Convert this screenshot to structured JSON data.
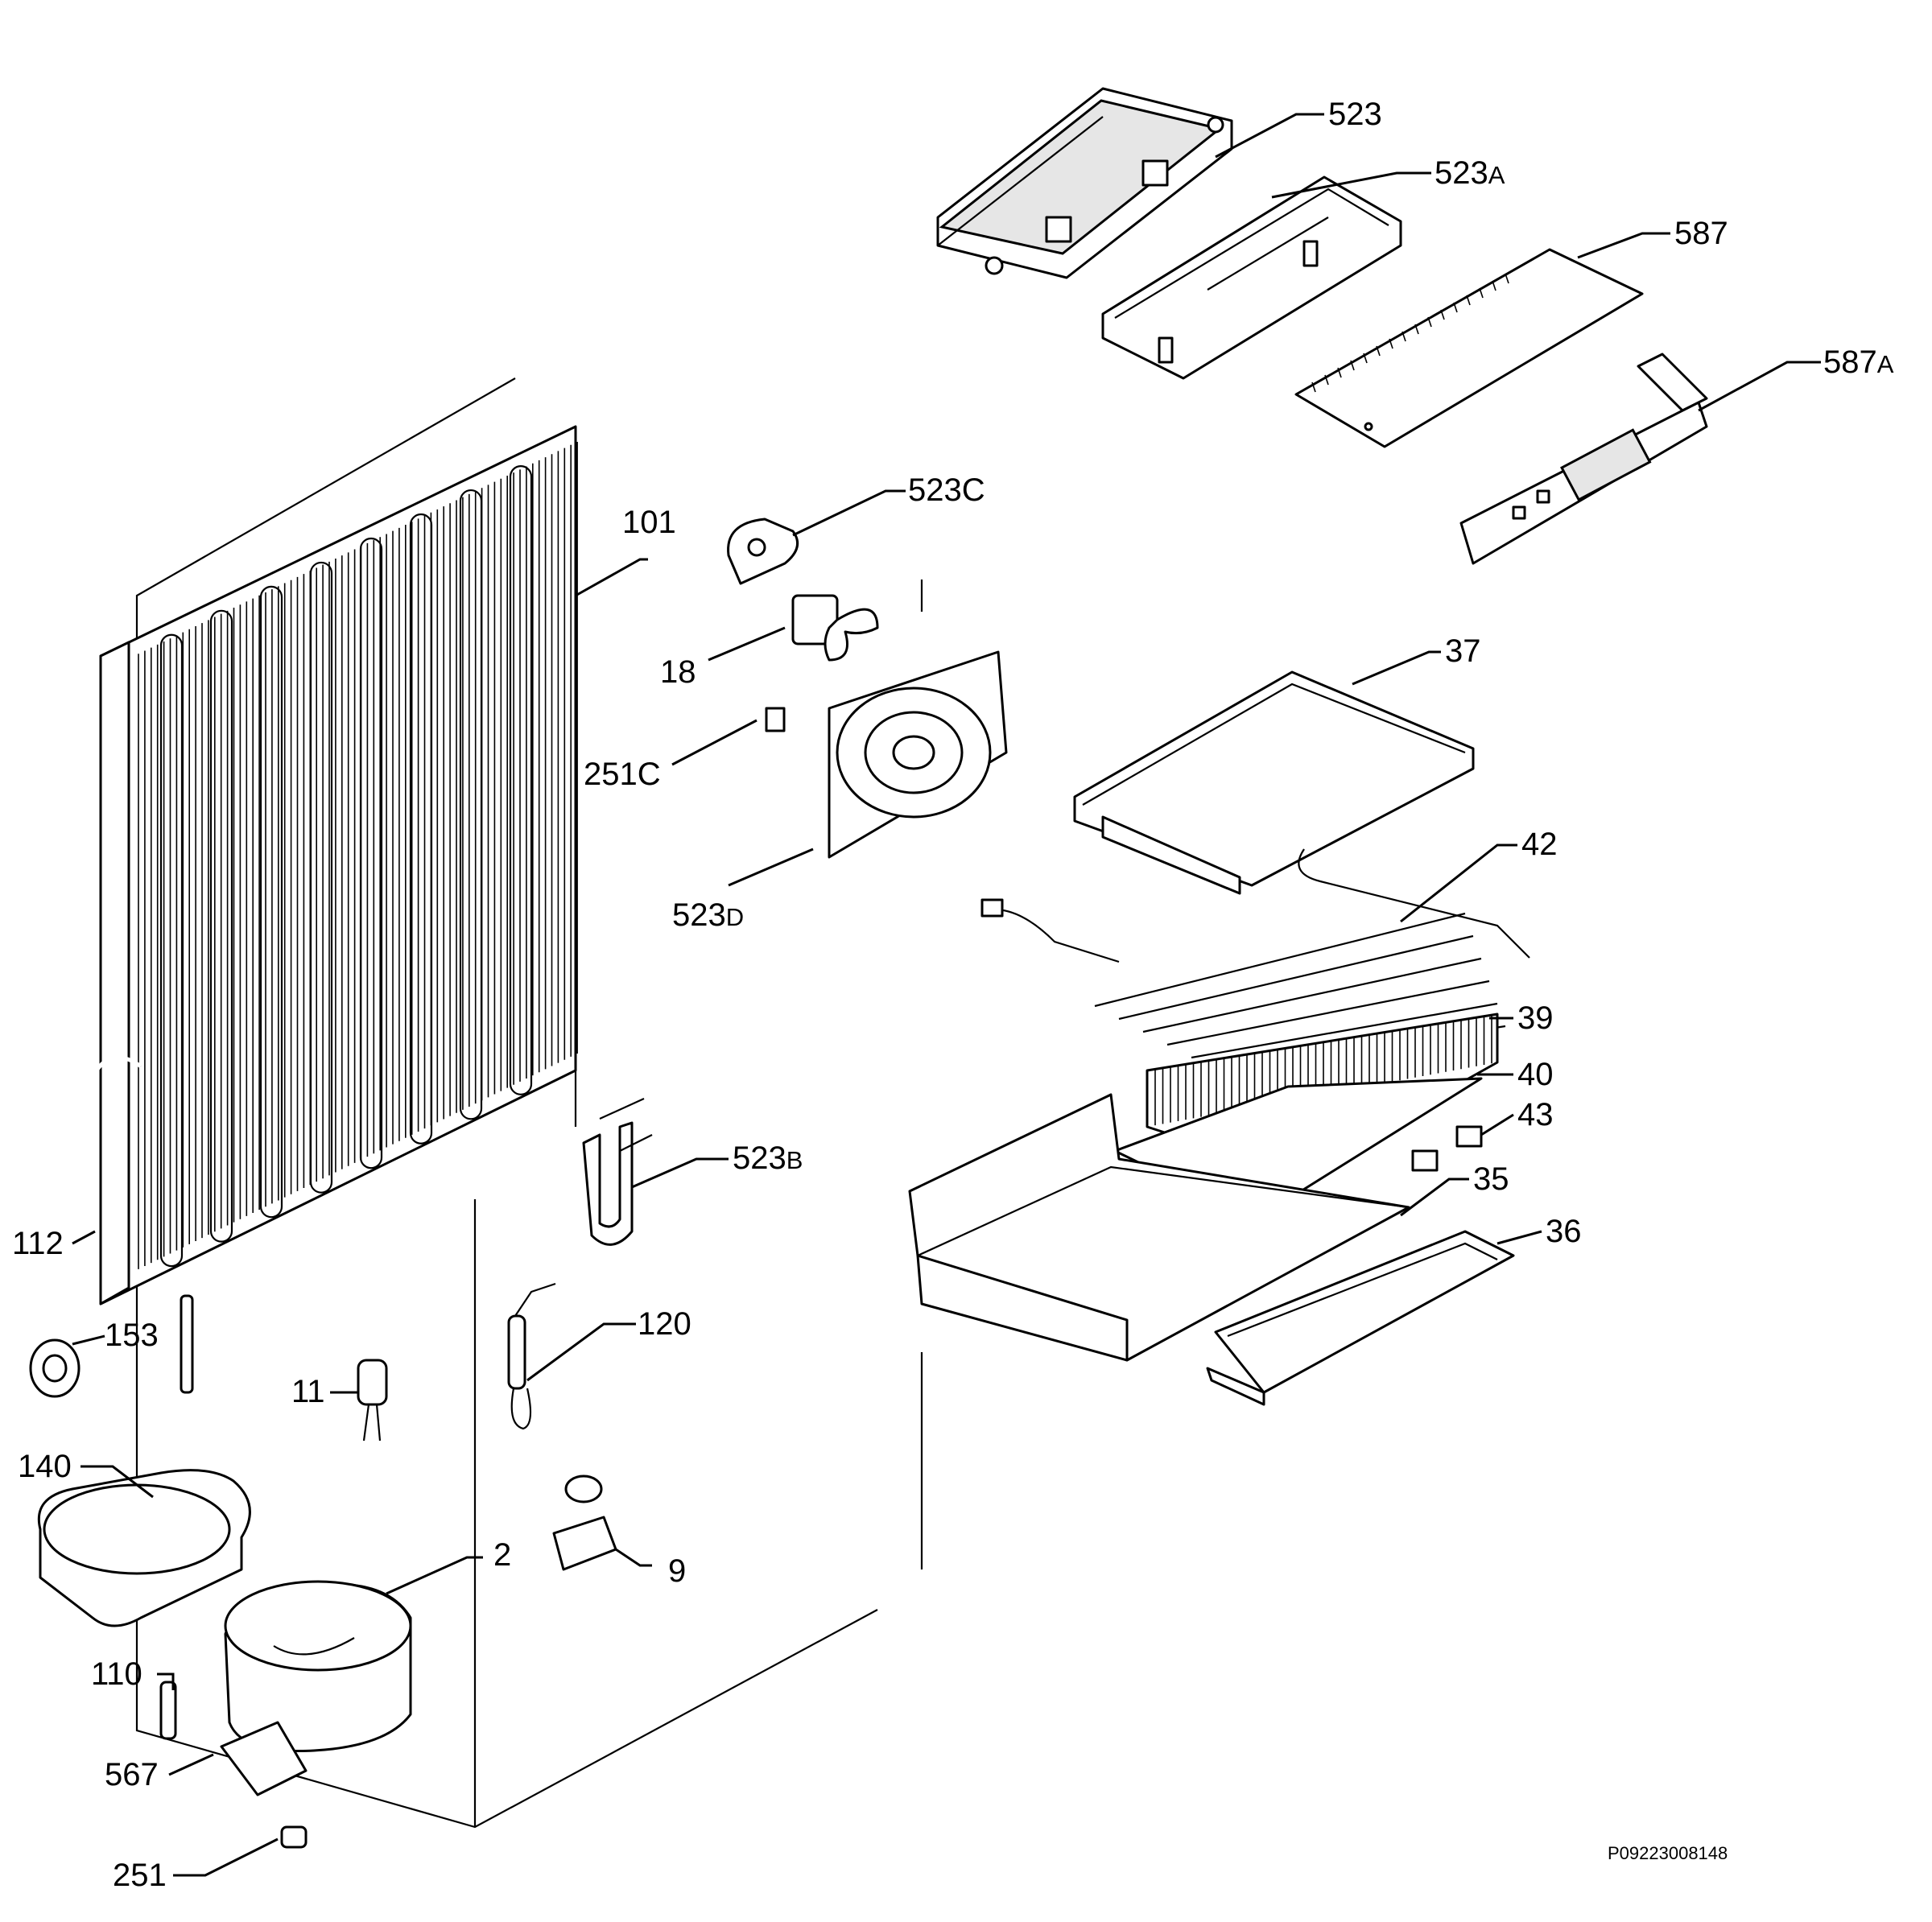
{
  "document_id": "P09223008148",
  "callouts": [
    {
      "id": "523",
      "num": "523",
      "sub": ""
    },
    {
      "id": "523A",
      "num": "523",
      "sub": "A"
    },
    {
      "id": "587",
      "num": "587",
      "sub": ""
    },
    {
      "id": "587A",
      "num": "587",
      "sub": "A"
    },
    {
      "id": "523C",
      "num": "523C",
      "sub": ""
    },
    {
      "id": "101",
      "num": "101",
      "sub": ""
    },
    {
      "id": "18",
      "num": "18",
      "sub": ""
    },
    {
      "id": "251C",
      "num": "251C",
      "sub": ""
    },
    {
      "id": "523D",
      "num": "523",
      "sub": "D"
    },
    {
      "id": "37",
      "num": "37",
      "sub": ""
    },
    {
      "id": "42",
      "num": "42",
      "sub": ""
    },
    {
      "id": "39",
      "num": "39",
      "sub": ""
    },
    {
      "id": "40",
      "num": "40",
      "sub": ""
    },
    {
      "id": "43",
      "num": "43",
      "sub": ""
    },
    {
      "id": "35",
      "num": "35",
      "sub": ""
    },
    {
      "id": "36",
      "num": "36",
      "sub": ""
    },
    {
      "id": "523B",
      "num": "523",
      "sub": "B"
    },
    {
      "id": "112",
      "num": "112",
      "sub": ""
    },
    {
      "id": "153",
      "num": "153",
      "sub": ""
    },
    {
      "id": "120",
      "num": "120",
      "sub": ""
    },
    {
      "id": "11",
      "num": "11",
      "sub": ""
    },
    {
      "id": "140",
      "num": "140",
      "sub": ""
    },
    {
      "id": "2",
      "num": "2",
      "sub": ""
    },
    {
      "id": "9",
      "num": "9",
      "sub": ""
    },
    {
      "id": "110",
      "num": "110",
      "sub": ""
    },
    {
      "id": "567",
      "num": "567",
      "sub": ""
    },
    {
      "id": "251",
      "num": "251",
      "sub": ""
    }
  ]
}
